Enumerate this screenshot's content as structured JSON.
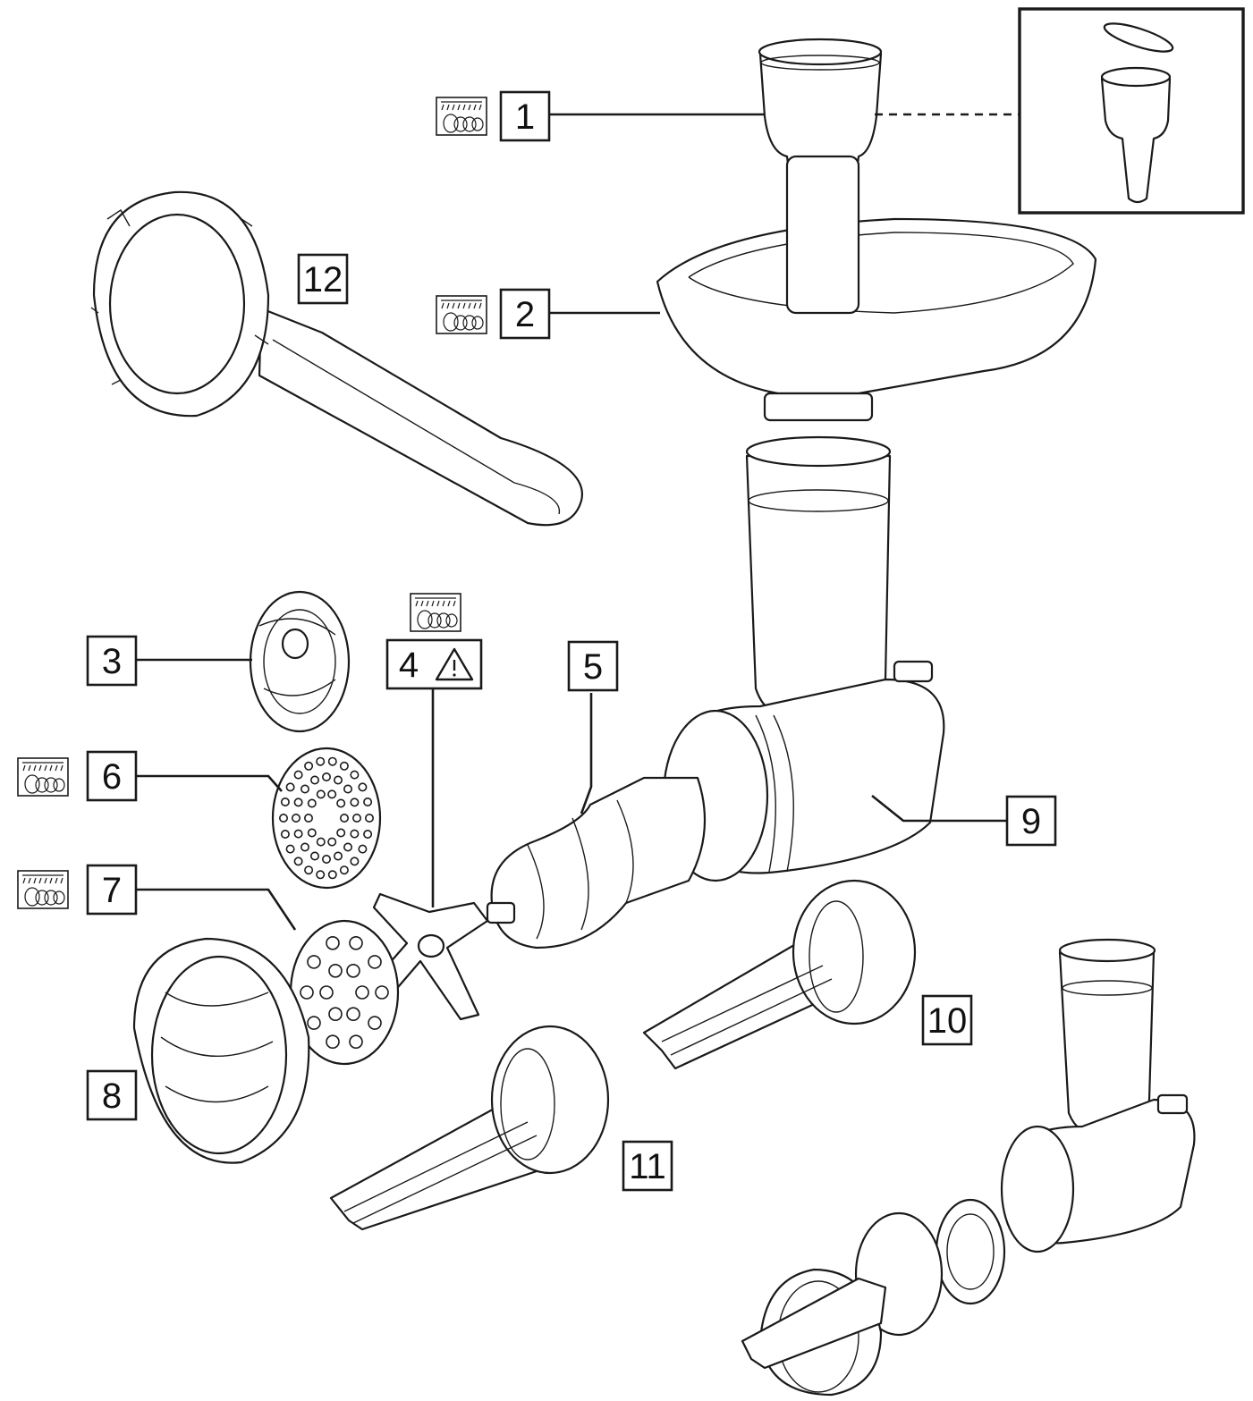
{
  "diagram": {
    "callouts": [
      {
        "id": "1",
        "label": "1",
        "dishwasher_safe": true,
        "warning": false
      },
      {
        "id": "2",
        "label": "2",
        "dishwasher_safe": true,
        "warning": false
      },
      {
        "id": "3",
        "label": "3",
        "dishwasher_safe": false,
        "warning": false
      },
      {
        "id": "4",
        "label": "4",
        "dishwasher_safe": true,
        "warning": true
      },
      {
        "id": "5",
        "label": "5",
        "dishwasher_safe": false,
        "warning": false
      },
      {
        "id": "6",
        "label": "6",
        "dishwasher_safe": true,
        "warning": false
      },
      {
        "id": "7",
        "label": "7",
        "dishwasher_safe": true,
        "warning": false
      },
      {
        "id": "8",
        "label": "8",
        "dishwasher_safe": false,
        "warning": false
      },
      {
        "id": "9",
        "label": "9",
        "dishwasher_safe": false,
        "warning": false
      },
      {
        "id": "10",
        "label": "10",
        "dishwasher_safe": false,
        "warning": false
      },
      {
        "id": "11",
        "label": "11",
        "dishwasher_safe": false,
        "warning": false
      },
      {
        "id": "12",
        "label": "12",
        "dishwasher_safe": false,
        "warning": false
      }
    ],
    "icons": {
      "dishwasher": "dishwasher-safe-icon",
      "warning": "warning-triangle-icon"
    }
  }
}
